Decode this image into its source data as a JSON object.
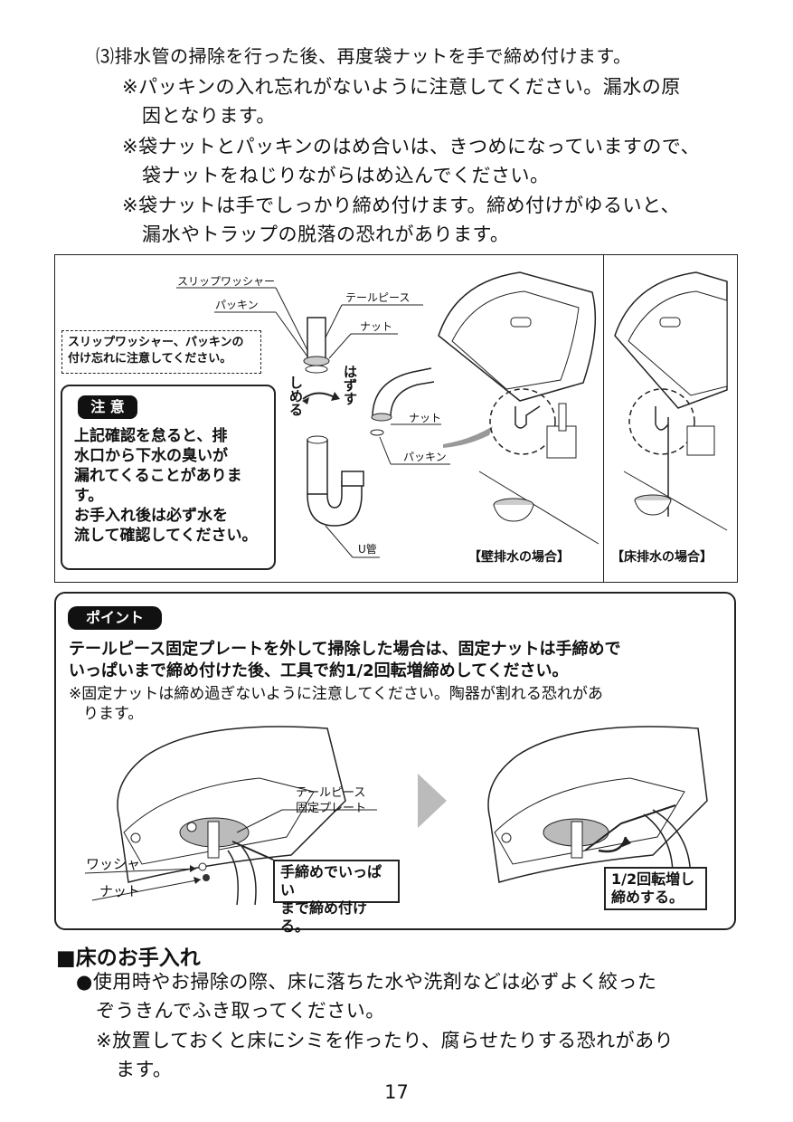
{
  "steps": {
    "step3": "⑶排水管の掃除を行った後、再度袋ナットを手で締め付けます。",
    "notes": [
      [
        "※パッキンの入れ忘れがないように注意してください。漏水の原",
        "因となります。"
      ],
      [
        "※袋ナットとパッキンのはめ合いは、きつめになっていますので、",
        "袋ナットをねじりながらはめ込んでください。"
      ],
      [
        "※袋ナットは手でしっかり締め付けます。締め付けがゆるいと、",
        "漏水やトラップの脱落の恐れがあります。"
      ]
    ]
  },
  "figure1": {
    "labels": {
      "slip_washer": "スリップワッシャー",
      "packing": "パッキン",
      "tailpiece": "テールピース",
      "nut": "ナット",
      "nut2": "ナット",
      "packing2": "パッキン",
      "u_pipe": "U管",
      "remove": "はずす",
      "tighten": "しめる"
    },
    "warning_note": [
      "スリップワッシャー、パッキンの",
      "付け忘れに注意してください。"
    ],
    "caution": {
      "badge": "注 意",
      "lines": [
        "上記確認を怠ると、排",
        "水口から下水の臭いが",
        "漏れてくることがありま",
        "す。",
        "お手入れ後は必ず水を",
        "流して確認してください。"
      ]
    },
    "captions": {
      "wall": "【壁排水の場合】",
      "floor": "【床排水の場合】"
    }
  },
  "point": {
    "badge": "ポイント",
    "bold_lines": [
      "テールピース固定プレートを外して掃除した場合は、固定ナットは手締めで",
      "いっぱいまで締め付けた後、工具で約1/2回転増締めしてください。"
    ],
    "note_lines": [
      "※固定ナットは締め過ぎないように注意してください。陶器が割れる恐れがあ",
      "ります。"
    ],
    "labels": {
      "plate": [
        "テールピース",
        "固定プレート"
      ],
      "washer": "ワッシャ",
      "nut": "ナット"
    },
    "callout1": [
      "手締めでいっぱい",
      "まで締め付ける。"
    ],
    "callout2": [
      "1/2回転増し",
      "締めする。"
    ]
  },
  "floor_care": {
    "heading": "■床のお手入れ",
    "bullet": [
      "●使用時やお掃除の際、床に落ちた水や洗剤などは必ずよく絞った",
      "ぞうきんでふき取ってください。"
    ],
    "note": [
      "※放置しておくと床にシミを作ったり、腐らせたりする恐れがあり",
      "ます。"
    ]
  },
  "page_number": "17"
}
